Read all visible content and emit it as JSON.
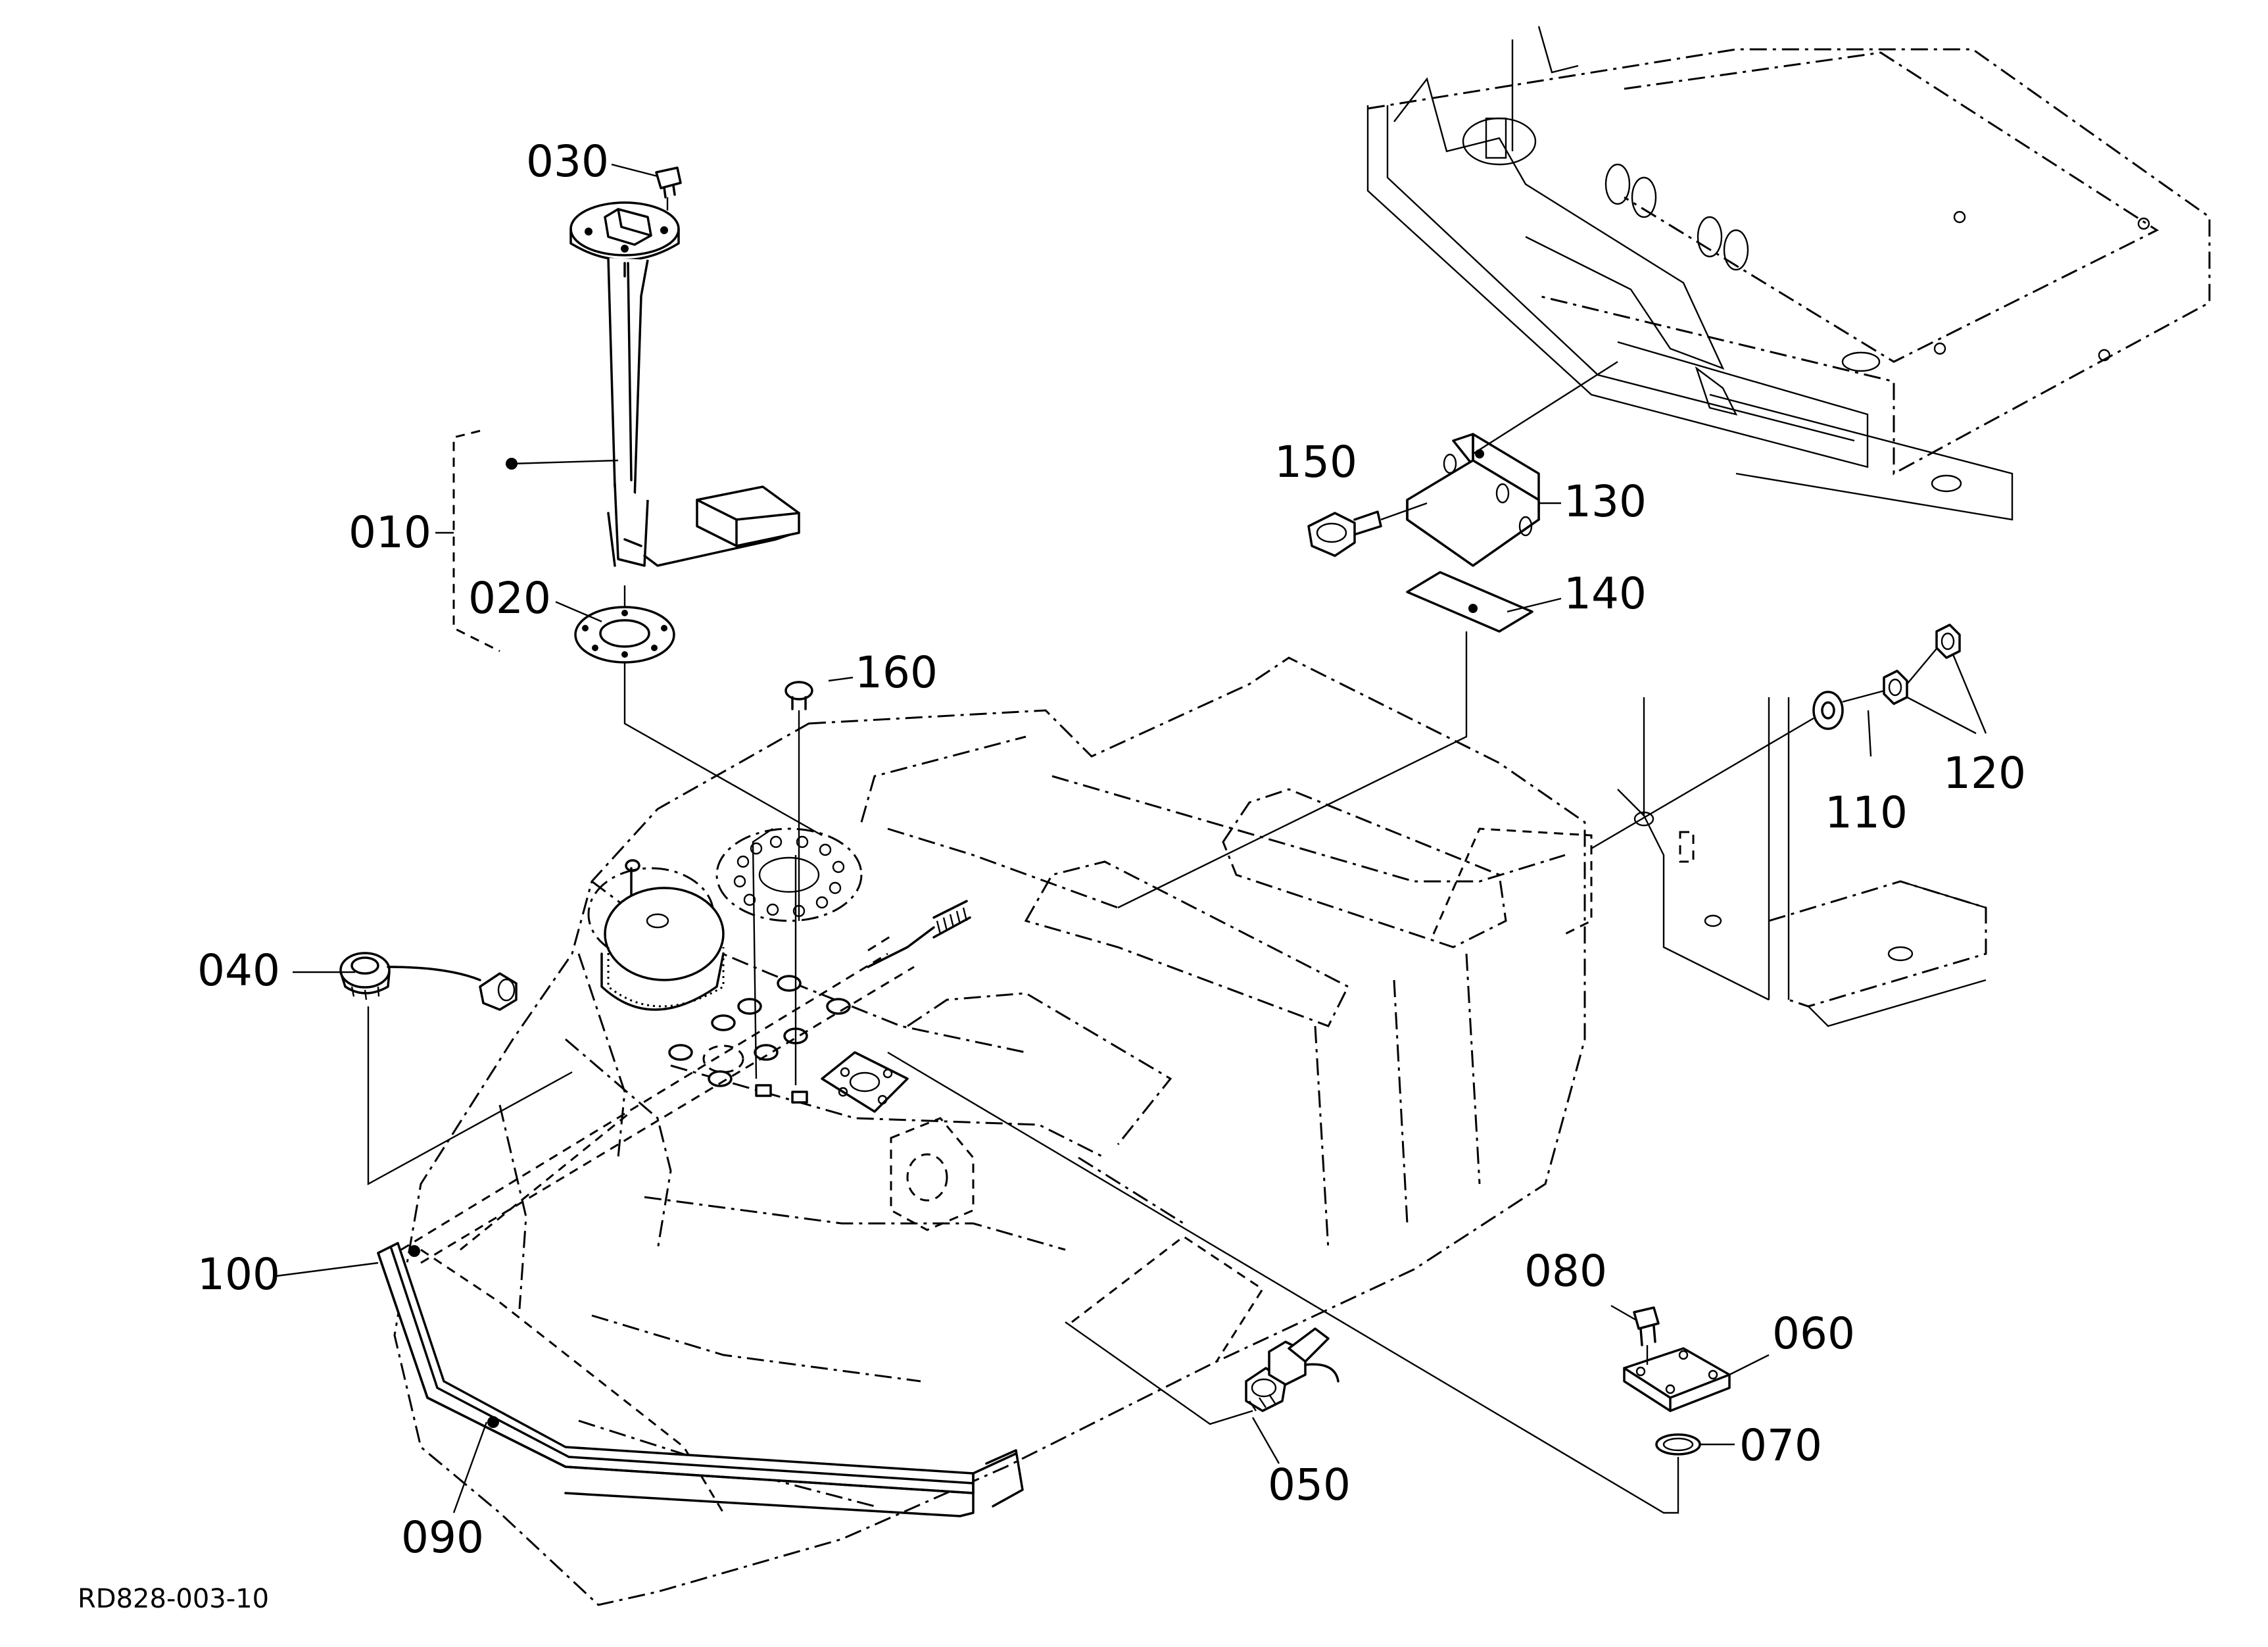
{
  "drawing_code": "RD828-003-10",
  "callouts": [
    {
      "id": "010",
      "label": "010"
    },
    {
      "id": "020",
      "label": "020"
    },
    {
      "id": "030",
      "label": "030"
    },
    {
      "id": "040",
      "label": "040"
    },
    {
      "id": "050",
      "label": "050"
    },
    {
      "id": "060",
      "label": "060"
    },
    {
      "id": "070",
      "label": "070"
    },
    {
      "id": "080",
      "label": "080"
    },
    {
      "id": "090",
      "label": "090"
    },
    {
      "id": "100",
      "label": "100"
    },
    {
      "id": "110",
      "label": "110"
    },
    {
      "id": "120",
      "label": "120"
    },
    {
      "id": "130",
      "label": "130"
    },
    {
      "id": "140",
      "label": "140"
    },
    {
      "id": "150",
      "label": "150"
    },
    {
      "id": "160",
      "label": "160"
    }
  ]
}
